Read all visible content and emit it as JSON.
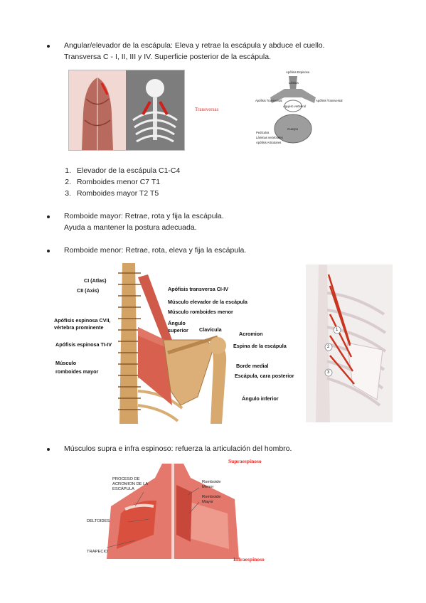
{
  "section1": {
    "line1": "Angular/elevador de la escápula: Eleva y retrae la escápula y abduce el cuello.",
    "line2": "Transversa C - I, II, III y IV.   Superficie posterior de la escápula."
  },
  "figure1": {
    "transverse_label": "Transversas"
  },
  "figure2": {
    "labels": [
      "Apófisis Espinosa",
      "Lámina",
      "Apófisis Transversal",
      "Apófisis Transversal",
      "Agujero vertebral",
      "Cuerpo"
    ],
    "legend": [
      "Pedículos",
      "Láminas vertebrales",
      "Apófisis Articulares"
    ]
  },
  "ordered_list": [
    {
      "n": "1.",
      "text": "Elevador de la escápula C1-C4"
    },
    {
      "n": "2.",
      "text": "Romboides menor C7 T1"
    },
    {
      "n": "3.",
      "text": "Romboides mayor T2 T5"
    }
  ],
  "section2": {
    "line1": "Romboide mayor: Retrae, rota y fija la escápula.",
    "line2": "Ayuda a mantener la postura adecuada."
  },
  "section3": {
    "line1": "Romboide menor: Retrae, rota, eleva y fija la escápula."
  },
  "figure3": {
    "labels": {
      "c1": "CI (Atlas)",
      "c2": "CII (Axis)",
      "c7a": "Apófisis espinosa CVII,",
      "c7b": "vértebra prominente",
      "t1t4": "Apófisis espinosa TI-IV",
      "rmaj_a": "Músculo",
      "rmaj_b": "romboides mayor",
      "transv": "Apófisis transversa CI-IV",
      "elev": "Músculo elevador de la escápula",
      "rmin": "Músculo romboides menor",
      "ang_sup_a": "Ángulo",
      "ang_sup_b": "superior",
      "clav": "Clavícula",
      "acrom": "Acromion",
      "espina": "Espina de la escápula",
      "borde": "Borde medial",
      "escap": "Escápula, cara posterior",
      "ang_inf": "Ángulo inferior"
    }
  },
  "figure4": {
    "markers": [
      "1",
      "2",
      "3"
    ]
  },
  "section4": {
    "line1": "Músculos supra e infra espinoso: refuerza la articulación del hombro."
  },
  "figure5": {
    "labels": {
      "proceso1": "PROCESO DE",
      "proceso2": "ACROMION DE LA",
      "proceso3": "ESCÁPULA",
      "deltoides": "DELTOIDES",
      "trapecio": "TRAPECIO",
      "rmenor1": "Romboide",
      "rmenor2": "Menor",
      "rmayor1": "Romboide",
      "rmayor2": "Mayor",
      "supra": "Supraespinoso",
      "infra": "Infraespinoso"
    },
    "accent": "#e0302a"
  }
}
